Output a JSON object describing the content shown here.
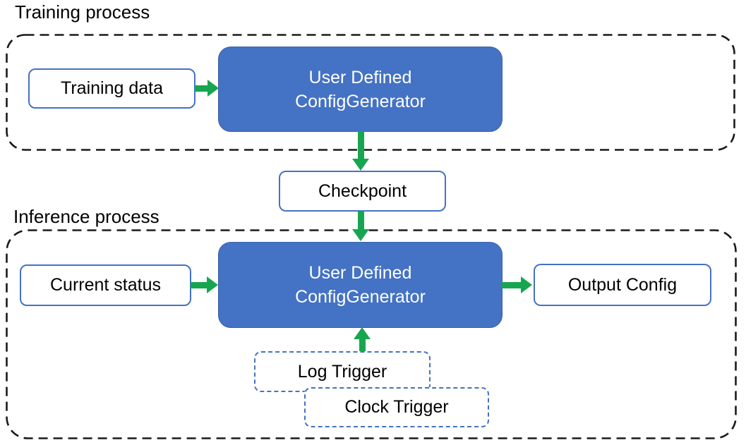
{
  "colors": {
    "accent_blue": "#4472C4",
    "accent_blue_border": "#3A5FA8",
    "arrow_green": "#17A64F",
    "dash_black": "#1a1a1a",
    "text_dark": "#000000",
    "box_text_white": "#ffffff"
  },
  "training": {
    "label": "Training process",
    "input_box": "Training data",
    "generator_box": {
      "line1": "User Defined",
      "line2": "ConfigGenerator"
    }
  },
  "checkpoint": {
    "label": "Checkpoint"
  },
  "inference": {
    "label": "Inference process",
    "input_box": "Current status",
    "generator_box": {
      "line1": "User Defined",
      "line2": "ConfigGenerator"
    },
    "output_box": "Output Config",
    "triggers": [
      {
        "label": "Log Trigger"
      },
      {
        "label": "Clock Trigger"
      }
    ]
  }
}
